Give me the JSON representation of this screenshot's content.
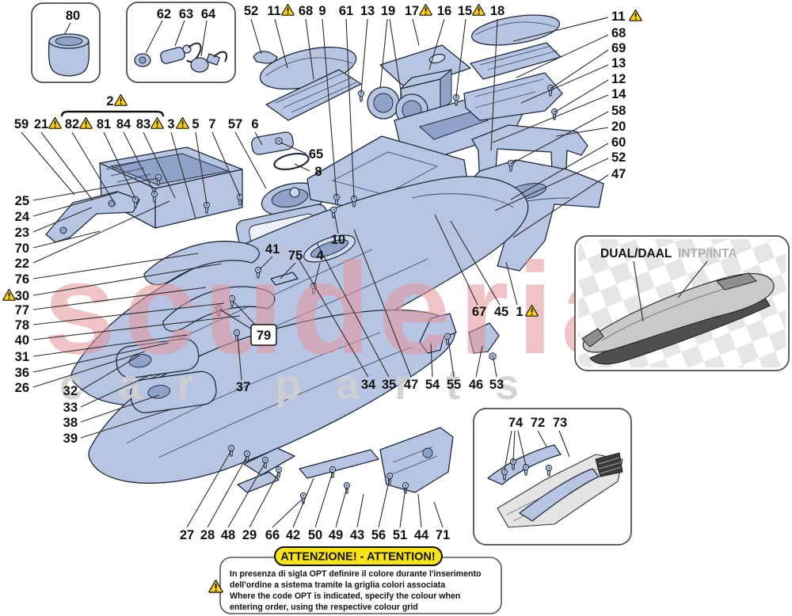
{
  "watermark": {
    "brand": "scuderia",
    "tagline": "car parts"
  },
  "callouts": {
    "box80": "80",
    "box62": [
      "62",
      "63",
      "64"
    ],
    "top": [
      "52",
      "11",
      "68",
      "9",
      "61",
      "13",
      "19",
      "17",
      "16",
      "15",
      "18"
    ],
    "top_warn_after": [
      "11",
      "17",
      "15"
    ],
    "right": [
      "11",
      "68",
      "69",
      "13",
      "12",
      "14",
      "58",
      "20",
      "60",
      "52",
      "47"
    ],
    "group2": "2",
    "row2": [
      "59",
      "21",
      "82",
      "81",
      "84",
      "83",
      "3",
      "5",
      "7",
      "57",
      "6"
    ],
    "row2_warn_after": [
      "21",
      "82",
      "83",
      "3"
    ],
    "left": [
      "25",
      "24",
      "23",
      "70",
      "22",
      "76",
      "30",
      "77",
      "78",
      "40",
      "31",
      "36",
      "26"
    ],
    "left_warn_before": [
      "30"
    ],
    "left2": [
      "32",
      "33",
      "38",
      "39"
    ],
    "mid": [
      "41",
      "75",
      "4",
      "10",
      "65",
      "8",
      "79",
      "37",
      "67",
      "45",
      "1"
    ],
    "mid_warn_after": [
      "1"
    ],
    "mid_lower": [
      "34",
      "35",
      "47",
      "54",
      "55",
      "46",
      "53"
    ],
    "bottom": [
      "27",
      "28",
      "48",
      "29",
      "66",
      "42",
      "50",
      "49",
      "43",
      "56",
      "51",
      "44",
      "71"
    ],
    "mats": [
      "74",
      "72",
      "73"
    ]
  },
  "variant": {
    "primary": "DUAL/DAAL",
    "secondary": "INTP/INTA"
  },
  "attention": {
    "title": "ATTENZIONE! - ATTENTION!",
    "line1": "In presenza di sigla OPT definire il colore durante l'inserimento",
    "line2": "dell'ordine a sistema tramite la griglia colori associata",
    "line3": "Where the code OPT is indicated, specify the colour when",
    "line4": "entering order, using the respective colour grid"
  },
  "colors": {
    "part_fill": "#b7c5e2",
    "part_stroke": "#1b2a3a",
    "warning_yellow": "#ffd20a",
    "attention_yellow": "#f8e313",
    "watermark_red": "#e89aa0",
    "watermark_gray": "#d0d0d0",
    "variant_secondary_gray": "#b0b0b0"
  }
}
